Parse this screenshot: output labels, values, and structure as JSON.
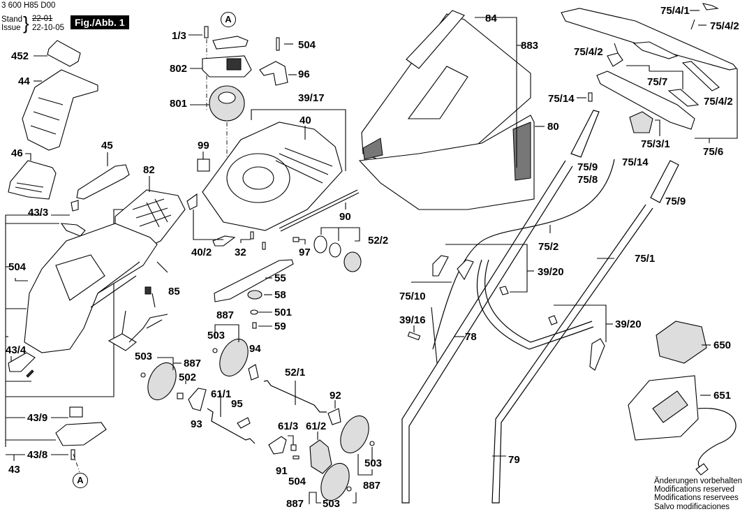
{
  "header": {
    "doc_number": "3 600 H85 D00",
    "stand_label": "Stand",
    "issue_label": "Issue",
    "old_date": "22-01",
    "date": "22-10-05",
    "figure_label": "Fig./Abb. 1"
  },
  "reference_markers": [
    "A",
    "A"
  ],
  "labels": {
    "p1_3": "1/3",
    "p452": "452",
    "p802": "802",
    "p44": "44",
    "p801": "801",
    "p504a": "504",
    "p96": "96",
    "p39_17": "39/17",
    "p40": "40",
    "p99": "99",
    "p46": "46",
    "p45": "45",
    "p82": "82",
    "p43_3": "43/3",
    "p504b": "504",
    "p85": "85",
    "p43_4": "43/4",
    "p43_9": "43/9",
    "p43_8": "43/8",
    "p43": "43",
    "p40_2": "40/2",
    "p32": "32",
    "p97": "97",
    "p90": "90",
    "p52_2": "52/2",
    "p55": "55",
    "p58": "58",
    "p501": "501",
    "p59": "59",
    "p887a": "887",
    "p503a": "503",
    "p94": "94",
    "p503b": "503",
    "p887b": "887",
    "p502": "502",
    "p93": "93",
    "p61_1": "61/1",
    "p95": "95",
    "p52_1": "52/1",
    "p92": "92",
    "p61_3": "61/3",
    "p61_2": "61/2",
    "p91": "91",
    "p504c": "504",
    "p503c": "503",
    "p887c": "887",
    "p887d": "887",
    "p503d": "503",
    "p84": "84",
    "p883": "883",
    "p80": "80",
    "p75_4_1": "75/4/1",
    "p75_4_2a": "75/4/2",
    "p75_4_2b": "75/4/2",
    "p75_4_2c": "75/4/2",
    "p75_7": "75/7",
    "p75_14a": "75/14",
    "p75_3_1": "75/3/1",
    "p75_6": "75/6",
    "p75_9a": "75/9",
    "p75_8": "75/8",
    "p75_14b": "75/14",
    "p75_9b": "75/9",
    "p75_2": "75/2",
    "p75_1": "75/1",
    "p39_20a": "39/20",
    "p75_10": "75/10",
    "p39_16": "39/16",
    "p78": "78",
    "p39_20b": "39/20",
    "p650": "650",
    "p651": "651",
    "p79": "79"
  },
  "footer_notes": [
    "Änderungen vorbehalten",
    "Modifications reserved",
    "Modifications reservees",
    "Salvo modificaciones"
  ]
}
